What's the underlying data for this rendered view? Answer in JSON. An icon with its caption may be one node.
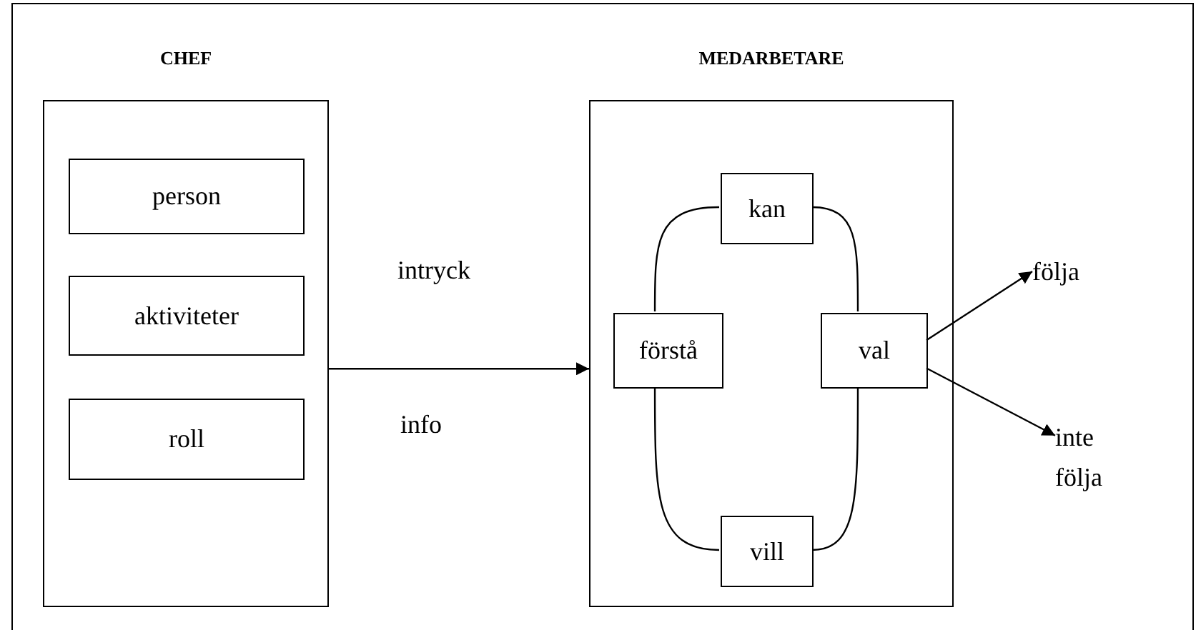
{
  "diagram": {
    "nodes": [
      {
        "text": [
          "CHEF"
        ]
      },
      {
        "text": [
          "person"
        ],
        "in": 0
      },
      {
        "text": [
          "aktiviteter"
        ],
        "in": 0
      },
      {
        "text": [
          "roll"
        ],
        "in": 0
      },
      {
        "text": [
          "MEDARBETARE"
        ]
      },
      {
        "text": [
          "kan"
        ],
        "in": 4
      },
      {
        "text": [
          "förstå"
        ],
        "in": 4
      },
      {
        "text": [
          "val"
        ],
        "in": 4
      },
      {
        "text": [
          "vill"
        ],
        "in": 4
      },
      {
        "text": [
          "följa"
        ]
      },
      {
        "text": [
          "inte följa"
        ]
      }
    ],
    "edges": [
      {
        "from": 0,
        "to": 4,
        "arrow": "to"
      },
      {
        "from": 5,
        "to": 6,
        "arrow": "none"
      },
      {
        "from": 6,
        "to": 8,
        "arrow": "none"
      },
      {
        "from": 5,
        "to": 7,
        "arrow": "none"
      },
      {
        "from": 7,
        "to": 8,
        "arrow": "none"
      },
      {
        "from": 7,
        "to": 9,
        "arrow": "to"
      },
      {
        "from": 7,
        "to": 10,
        "arrow": "to"
      }
    ],
    "labels": [
      "intryck",
      "info"
    ]
  }
}
